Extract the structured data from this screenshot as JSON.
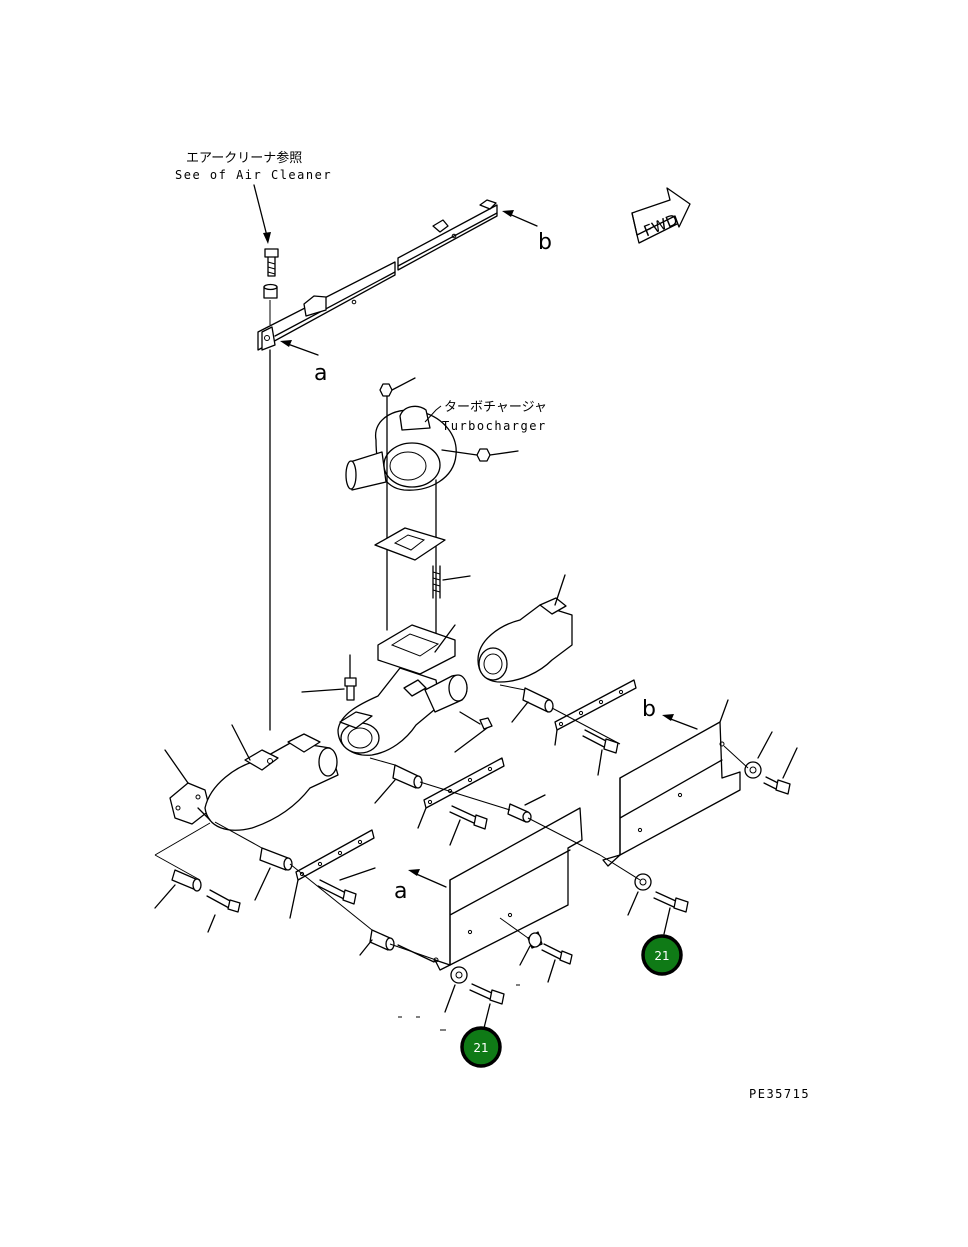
{
  "notes": {
    "air_cleaner_jp": "エアークリーナ参照",
    "air_cleaner_en": "See of Air Cleaner",
    "turbo_jp": "ターボチャージャ",
    "turbo_en": "Turbocharger"
  },
  "direction": {
    "fwd": "FWD"
  },
  "views": {
    "a_top": "a",
    "b_top": "b",
    "a_bottom": "a",
    "b_bottom": "b"
  },
  "callouts": [
    "21",
    "21"
  ],
  "drawing_id": "PE35715",
  "colors": {
    "callout_fill": "#0f7a16",
    "line": "#000000",
    "background": "#ffffff"
  }
}
